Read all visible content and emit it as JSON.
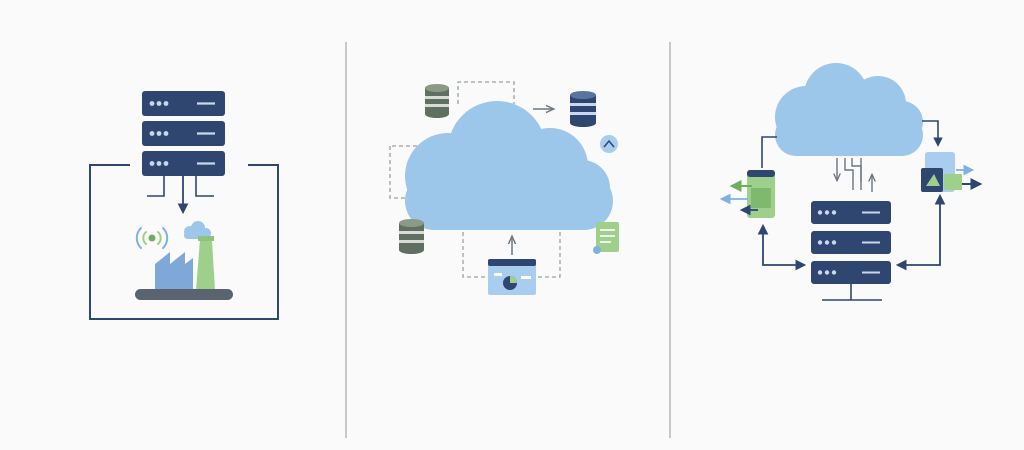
{
  "colors": {
    "background": "#fafafa",
    "navy": "#2f4670",
    "dot": "#c9d8ee",
    "cloud": "#9cc6ea",
    "cloud_edge": "#8ab8e0",
    "green": "#9ed08c",
    "green_dark": "#6fae5f",
    "blue_light": "#a9cdee",
    "gray": "#8f9aa8",
    "divider": "#b5b8bc",
    "db_dark": "#5f6f62",
    "db_light": "#d9dcd4"
  },
  "panels": [
    {
      "id": "on-premises",
      "icons": [
        "server-rack-icon",
        "factory-icon",
        "wireless-signal-icon",
        "smoke-cloud-icon",
        "down-arrow-icon"
      ]
    },
    {
      "id": "cloud-storage",
      "icons": [
        "cloud-icon",
        "database-icon",
        "document-icon",
        "dashboard-window-icon",
        "upload-arrow-icon"
      ]
    },
    {
      "id": "hybrid-cloud",
      "icons": [
        "cloud-icon",
        "server-rack-icon",
        "device-icon",
        "bidirectional-arrow-icon"
      ]
    }
  ]
}
